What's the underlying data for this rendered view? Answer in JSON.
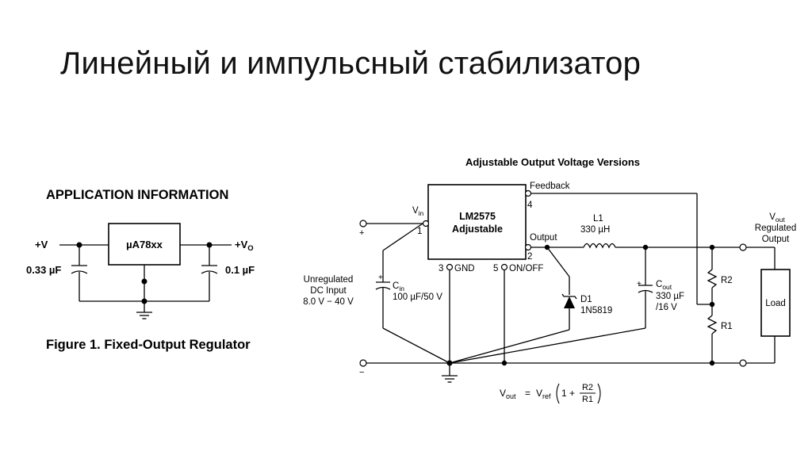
{
  "slide": {
    "title": "Линейный и импульсный стабилизатор"
  },
  "fig1": {
    "heading": "APPLICATION INFORMATION",
    "ic_label": "µA78xx",
    "vin_label": "+V",
    "vout_label": "+V",
    "vout_sub": "O",
    "cin_label": "0.33 µF",
    "cout_label": "0.1 µF",
    "caption": "Figure 1. Fixed-Output Regulator"
  },
  "fig2": {
    "heading": "Adjustable Output Voltage Versions",
    "ic_name": "LM2575",
    "ic_type": "Adjustable",
    "pin_vin": "V",
    "pin_vin_sub": "in",
    "pin1": "1",
    "pin_feedback": "Feedback",
    "pin4": "4",
    "pin_output": "Output",
    "pin2": "2",
    "pin3": "3",
    "pin_gnd": "GND",
    "pin5": "5",
    "pin_onoff": "ON/OFF",
    "inductor_name": "L1",
    "inductor_value": "330 µH",
    "vout_label": "V",
    "vout_sub": "out",
    "regulated": "Regulated",
    "output_word": "Output",
    "input_line1": "Unregulated",
    "input_line2": "DC Input",
    "input_line3": "8.0 V − 40 V",
    "cin_name": "C",
    "cin_sub": "in",
    "cin_value": "100 µF/50 V",
    "diode_name": "D1",
    "diode_part": "1N5819",
    "cout_name": "C",
    "cout_sub": "out",
    "cout_value1": "330 µF",
    "cout_value2": "/16 V",
    "r2": "R2",
    "r1": "R1",
    "load": "Load",
    "plus": "+",
    "minus": "−",
    "formula": {
      "lhs": "V",
      "lhs_sub": "out",
      "eq": "=",
      "vref": "V",
      "vref_sub": "ref",
      "one_plus": "1 +",
      "num": "R2",
      "den": "R1"
    }
  }
}
